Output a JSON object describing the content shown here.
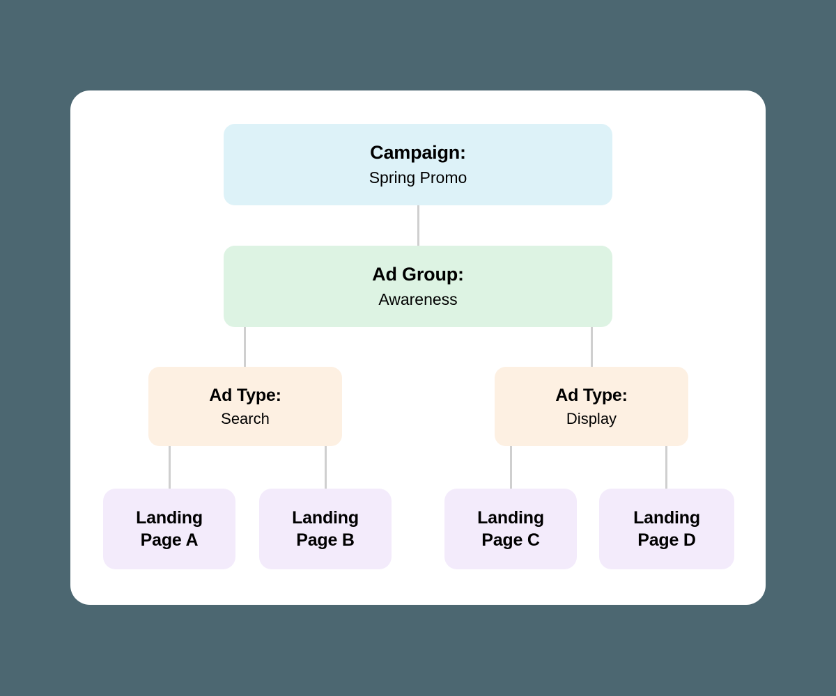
{
  "canvas": {
    "background_color": "#4c6771",
    "card_color": "#ffffff"
  },
  "palette": {
    "campaign": "#ddf2f8",
    "ad_group": "#ddf3e3",
    "ad_type": "#fdf0e2",
    "landing_page": "#f3ebfb",
    "connector": "#cfcfcf",
    "text": "#000000"
  },
  "diagram": {
    "type": "hierarchy-tree",
    "levels": [
      {
        "level_name": "Campaign",
        "nodes": [
          {
            "title": "Campaign:",
            "subtitle": "Spring Promo"
          }
        ]
      },
      {
        "level_name": "Ad Group",
        "nodes": [
          {
            "title": "Ad Group:",
            "subtitle": "Awareness"
          }
        ]
      },
      {
        "level_name": "Ad Type",
        "nodes": [
          {
            "title": "Ad Type:",
            "subtitle": "Search"
          },
          {
            "title": "Ad Type:",
            "subtitle": "Display"
          }
        ]
      },
      {
        "level_name": "Landing Page",
        "nodes": [
          {
            "title": "Landing\nPage A"
          },
          {
            "title": "Landing\nPage B"
          },
          {
            "title": "Landing\nPage C"
          },
          {
            "title": "Landing\nPage D"
          }
        ]
      }
    ]
  },
  "nodes": {
    "campaign": {
      "title": "Campaign:",
      "subtitle": "Spring Promo"
    },
    "ad_group": {
      "title": "Ad Group:",
      "subtitle": "Awareness"
    },
    "ad_type_search": {
      "title": "Ad Type:",
      "subtitle": "Search"
    },
    "ad_type_display": {
      "title": "Ad Type:",
      "subtitle": "Display"
    },
    "landing_page_a": {
      "title": "Landing\nPage A"
    },
    "landing_page_b": {
      "title": "Landing\nPage B"
    },
    "landing_page_c": {
      "title": "Landing\nPage C"
    },
    "landing_page_d": {
      "title": "Landing\nPage D"
    }
  }
}
